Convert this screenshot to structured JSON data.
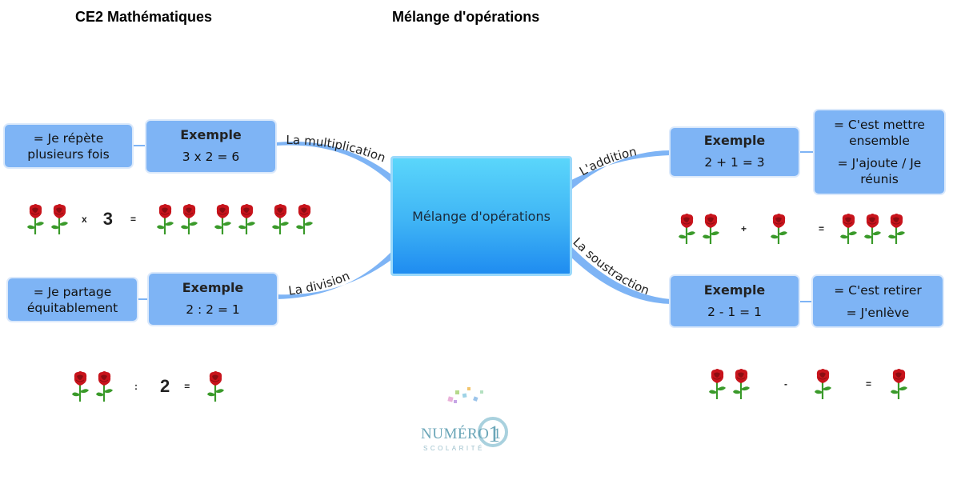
{
  "header": {
    "left_title": "CE2 Mathématiques",
    "center_title": "Mélange d'opérations"
  },
  "center_node": {
    "label": "Mélange d'opérations",
    "color": "#3fb4f5"
  },
  "branches": {
    "multiplication": {
      "label": "La multiplication"
    },
    "division": {
      "label": "La division"
    },
    "addition": {
      "label": "L'addition"
    },
    "soustraction": {
      "label": "La soustraction"
    }
  },
  "examples": {
    "multiplication": {
      "title": "Exemple",
      "formula": "3 x 2 = 6"
    },
    "division": {
      "title": "Exemple",
      "formula": "2 : 2 = 1"
    },
    "addition": {
      "title": "Exemple",
      "formula": "2 + 1 = 3"
    },
    "soustraction": {
      "title": "Exemple",
      "formula": "2 - 1 = 1"
    }
  },
  "definitions": {
    "multiplication": {
      "line1": "= Je répète",
      "line2": "plusieurs fois"
    },
    "division": {
      "line1": "= Je partage",
      "line2": "équitablement"
    },
    "addition": {
      "line1": "= C'est mettre",
      "line2": "ensemble",
      "line3": "= J'ajoute / Je",
      "line4": "réunis"
    },
    "soustraction": {
      "line1": "= C'est retirer",
      "line2": "= J'enlève"
    }
  },
  "illustrations": {
    "multiplication": {
      "op": "x",
      "number": "3",
      "equals": "="
    },
    "division": {
      "op": ":",
      "number": "2",
      "equals": "="
    },
    "addition": {
      "op": "+",
      "equals": "="
    },
    "soustraction": {
      "op": "-",
      "equals": "="
    }
  },
  "logo": {
    "text": "NUMÉRO 1",
    "subtext": "SCOLARITÉ"
  },
  "icons": {
    "flower": "red-rose-icon"
  },
  "colors": {
    "node": "#7eb4f5",
    "connector": "#7eb4f5",
    "center": "#3fb4f5",
    "rose": "#c8141c",
    "stem": "#3a9a2a"
  }
}
